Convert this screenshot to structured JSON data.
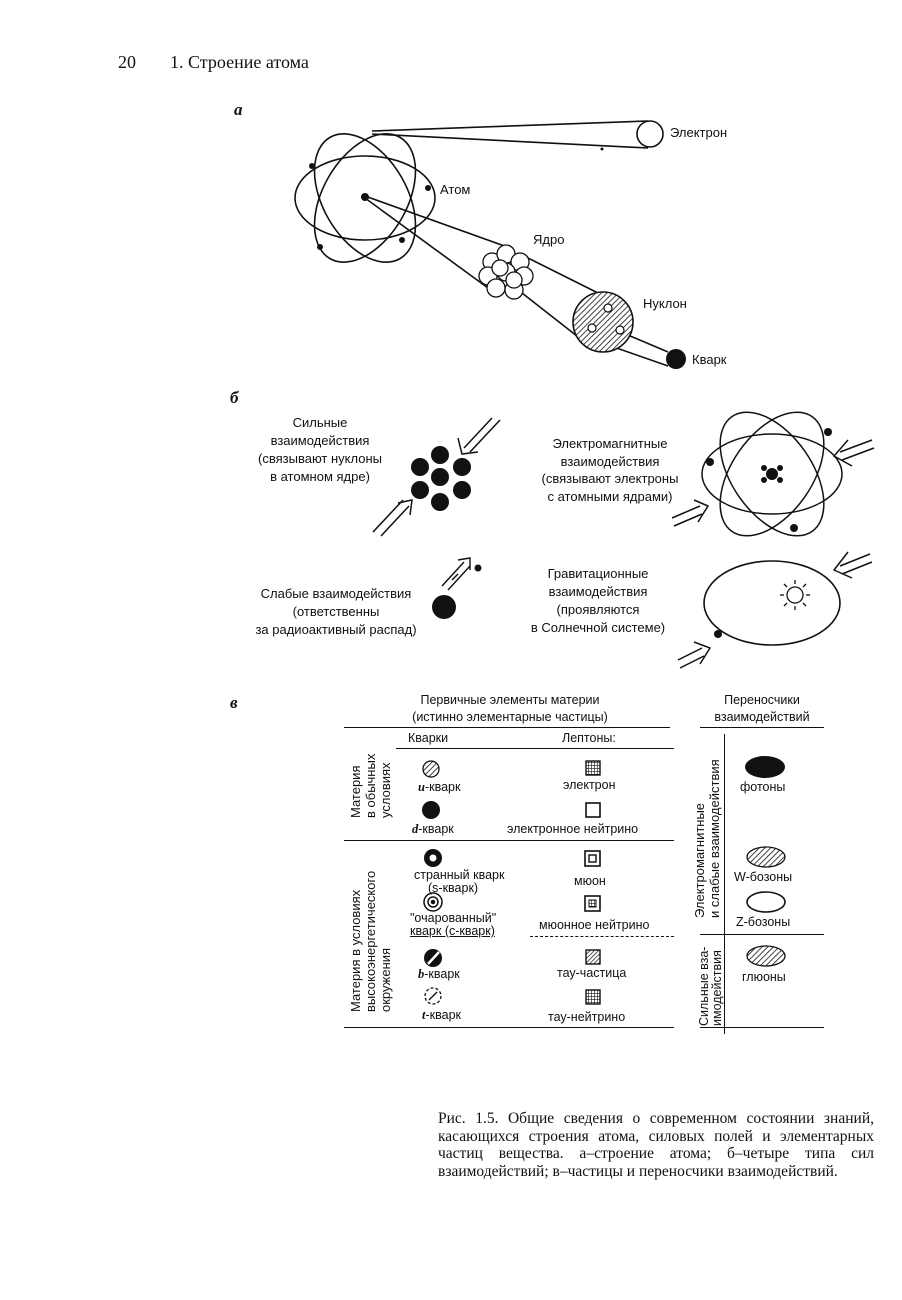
{
  "header": {
    "page_number": "20",
    "chapter": "1. Строение атома"
  },
  "panel_a": {
    "letter": "а",
    "labels": {
      "electron": "Электрон",
      "atom": "Атом",
      "nucleus": "Ядро",
      "nucleon": "Нуклон",
      "quark": "Кварк"
    }
  },
  "panel_b": {
    "letter": "б",
    "strong": [
      "Сильные",
      "взаимодействия",
      "(связывают нуклоны",
      "в атомном ядре)"
    ],
    "em": [
      "Электромагнитные",
      "взаимодействия",
      "(связывают электроны",
      "с атомными ядрами)"
    ],
    "weak": [
      "Слабые взаимодействия",
      "(ответственны",
      "за радиоактивный распад)"
    ],
    "grav": [
      "Гравитационные",
      "взаимодействия",
      "(проявляются",
      "в Солнечной системе)"
    ]
  },
  "panel_v": {
    "letter": "в",
    "header_primary": [
      "Первичные элементы материи",
      "(истинно элементарные частицы)"
    ],
    "header_carriers": [
      "Переносчики",
      "взаимодействий"
    ],
    "col_quarks": "Кварки",
    "col_leptons": "Лептоны:",
    "row1_label": [
      "Материя",
      "в обычных",
      "условиях"
    ],
    "row2_label": [
      "Материя в условиях",
      "высокоэнергетического",
      "окружения"
    ],
    "quarks": {
      "u_letter": "u",
      "u": "-кварк",
      "d_letter": "d",
      "d": "-кварк",
      "s": [
        "странный кварк",
        "(s-кварк)"
      ],
      "c": [
        "\"очарованный\"",
        "кварк  (c-кварк)"
      ],
      "b_letter": "b",
      "b": "-кварк",
      "t_letter": "t",
      "t": "-кварк"
    },
    "leptons": {
      "electron": "электрон",
      "e_neutrino": "электронное  нейтрино",
      "muon": "мюон",
      "mu_neutrino": "мюонное  нейтрино",
      "tau": "тау-частица",
      "tau_neutrino": "тау-нейтрино"
    },
    "carrier_group1": [
      "Электромагнитные",
      "и слабые взаимодействия"
    ],
    "carrier_group2": [
      "Сильные вза-",
      "имодействия"
    ],
    "carriers": {
      "photons": "фотоны",
      "w": "W-бозоны",
      "z": "Z-бозоны",
      "gluons": "глюоны"
    }
  },
  "caption": "Рис. 1.5. Общие сведения о современном состоянии знаний, касающихся строения атома, силовых полей и элементарных частиц вещества. а–строение атома; б–четыре типа сил взаимодействий; в–частицы и переносчики взаимодействий."
}
